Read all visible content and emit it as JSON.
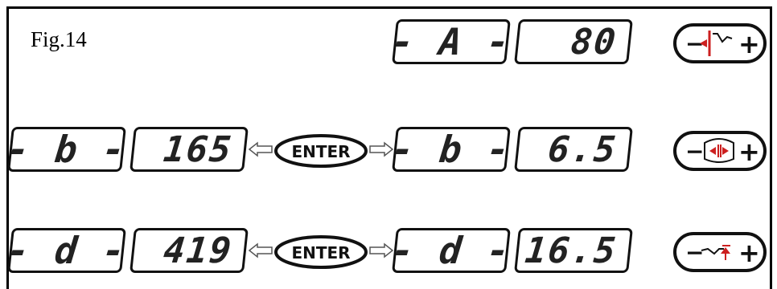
{
  "figure_label": "Fig.14",
  "row_a": {
    "right_mode": "- A -",
    "right_value": "80",
    "knob_icon": "clamp-edge-position-icon"
  },
  "row_b": {
    "left_mode": "- b -",
    "left_value": "165",
    "enter_label": "ENTER",
    "right_mode": "- b -",
    "right_value": "6.5",
    "knob_icon": "weight-width-position-icon"
  },
  "row_d": {
    "left_mode": "- d -",
    "left_value": "419",
    "enter_label": "ENTER",
    "right_mode": "- d -",
    "right_value": "16.5",
    "knob_icon": "rim-inner-weight-position-icon"
  },
  "knob_minus": "−",
  "knob_plus": "+",
  "colors": {
    "accent_red": "#cc1f1f",
    "display_border": "#111111"
  }
}
